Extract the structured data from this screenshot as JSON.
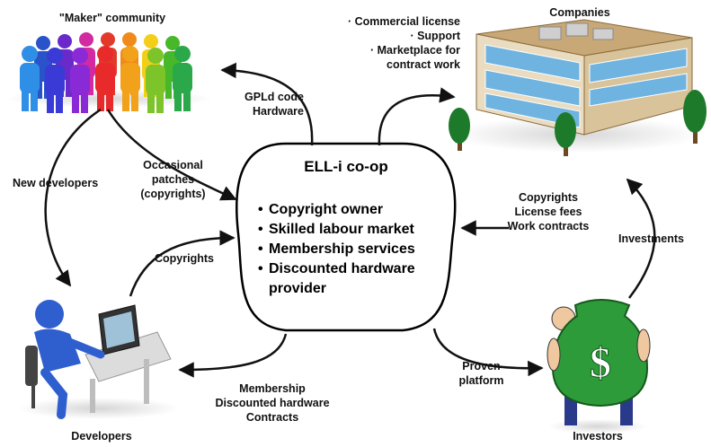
{
  "nodes": {
    "maker": "\"Maker\" community",
    "companies": "Companies",
    "developers": "Developers",
    "investors": "Investors"
  },
  "center": {
    "title": "ELL-i co-op",
    "items": [
      "Copyright owner",
      "Skilled labour market",
      "Membership services",
      "Discounted hardware provider"
    ]
  },
  "flows": {
    "company_offer": [
      "· Commercial license",
      "· Support",
      "· Marketplace for",
      "contract work"
    ],
    "gpl": [
      "GPLd code",
      "Hardware"
    ],
    "patches": [
      "Occasional",
      "patches",
      "(copyrights)"
    ],
    "new_developers": "New developers",
    "copyrights": "Copyrights",
    "company_pay": [
      "Copyrights",
      "License fees",
      "Work contracts"
    ],
    "investments": "Investments",
    "membership": [
      "Membership",
      "Discounted hardware",
      "Contracts"
    ],
    "proven": [
      "Proven",
      "platform"
    ]
  },
  "colors": {
    "arrow": "#111111",
    "core_border": "#000000",
    "building_roof": "#c9a877",
    "building_wall": "#e9dcc0",
    "window": "#6fb3e0",
    "tree": "#1d7a2a",
    "money_bag": "#2e9b3a",
    "dev_figure": "#2f5fcf"
  }
}
